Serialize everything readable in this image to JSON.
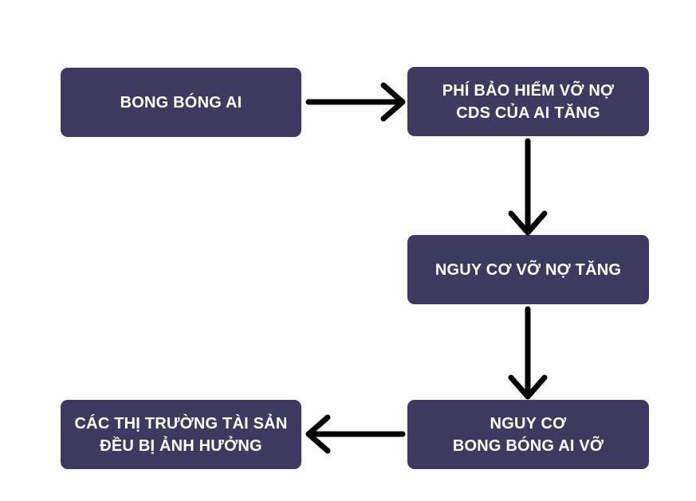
{
  "theme": {
    "background_color": "#ffffff",
    "box_color": "#3e3a5f",
    "box_text_color": "#ffffff",
    "arrow_color": "#000000"
  },
  "diagram": {
    "type": "flowchart",
    "nodes": [
      {
        "id": "ai-bubble",
        "lines": [
          "BONG BÓNG AI"
        ]
      },
      {
        "id": "cds-premium-rises",
        "lines": [
          "PHÍ BẢO HIỂM VỠ NỢ",
          "CDS CỦA AI TĂNG"
        ]
      },
      {
        "id": "default-risk-rises",
        "lines": [
          "NGUY CƠ VỠ NỢ TĂNG"
        ]
      },
      {
        "id": "ai-bubble-burst-risk",
        "lines": [
          "NGUY CƠ",
          "BONG BÓNG AI VỠ"
        ]
      },
      {
        "id": "asset-markets-affected",
        "lines": [
          "CÁC THỊ TRƯỜNG TÀI SẢN",
          "ĐỀU BỊ ẢNH HƯỞNG"
        ]
      }
    ],
    "edges": [
      {
        "from": "ai-bubble",
        "to": "cds-premium-rises",
        "direction": "right"
      },
      {
        "from": "cds-premium-rises",
        "to": "default-risk-rises",
        "direction": "down"
      },
      {
        "from": "default-risk-rises",
        "to": "ai-bubble-burst-risk",
        "direction": "down"
      },
      {
        "from": "ai-bubble-burst-risk",
        "to": "asset-markets-affected",
        "direction": "left"
      }
    ]
  }
}
